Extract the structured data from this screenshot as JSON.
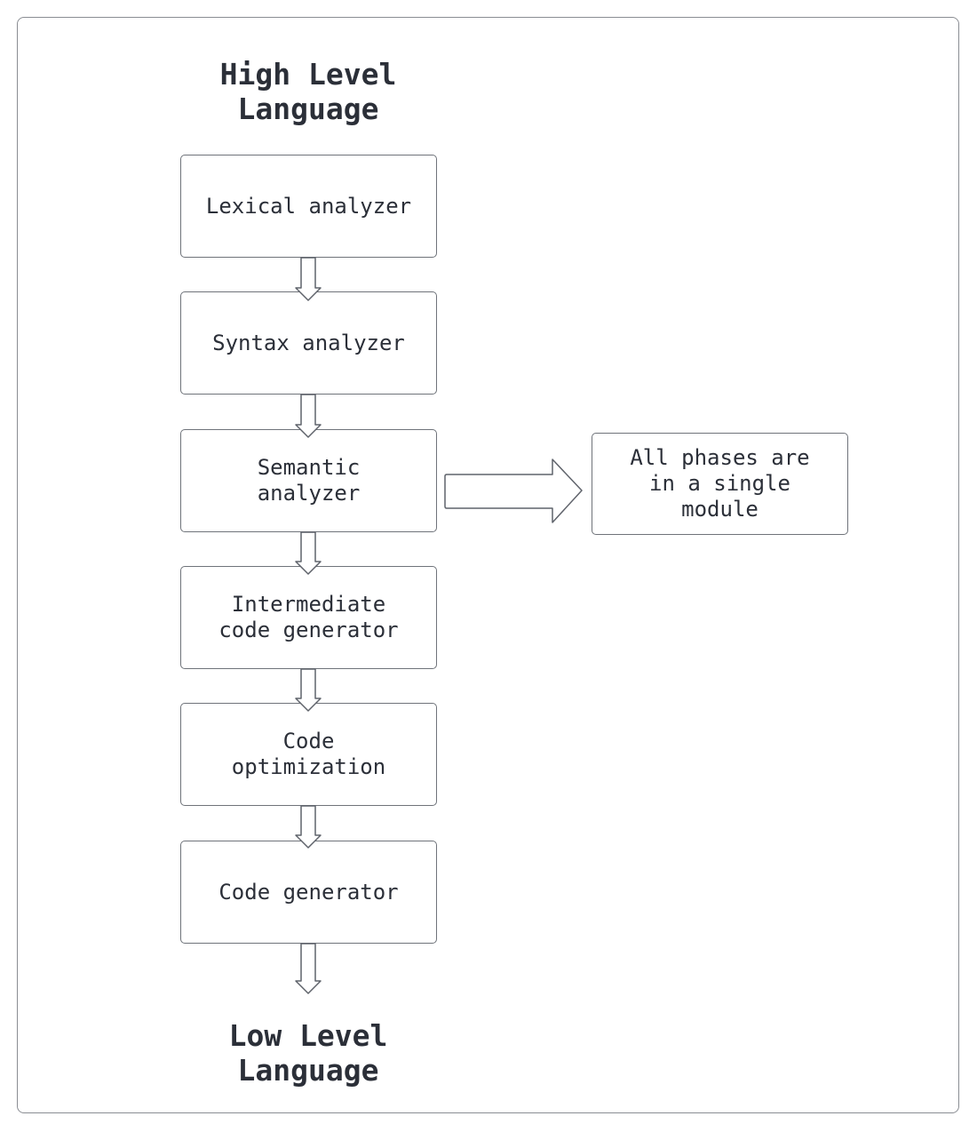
{
  "diagram": {
    "top_label": "High Level\nLanguage",
    "bottom_label": "Low Level\nLanguage",
    "stages": [
      {
        "label": "Lexical analyzer"
      },
      {
        "label": "Syntax analyzer"
      },
      {
        "label": "Semantic\nanalyzer"
      },
      {
        "label": "Intermediate\ncode generator"
      },
      {
        "label": "Code\noptimization"
      },
      {
        "label": "Code generator"
      }
    ],
    "note": "All phases are\nin a single\nmodule"
  }
}
